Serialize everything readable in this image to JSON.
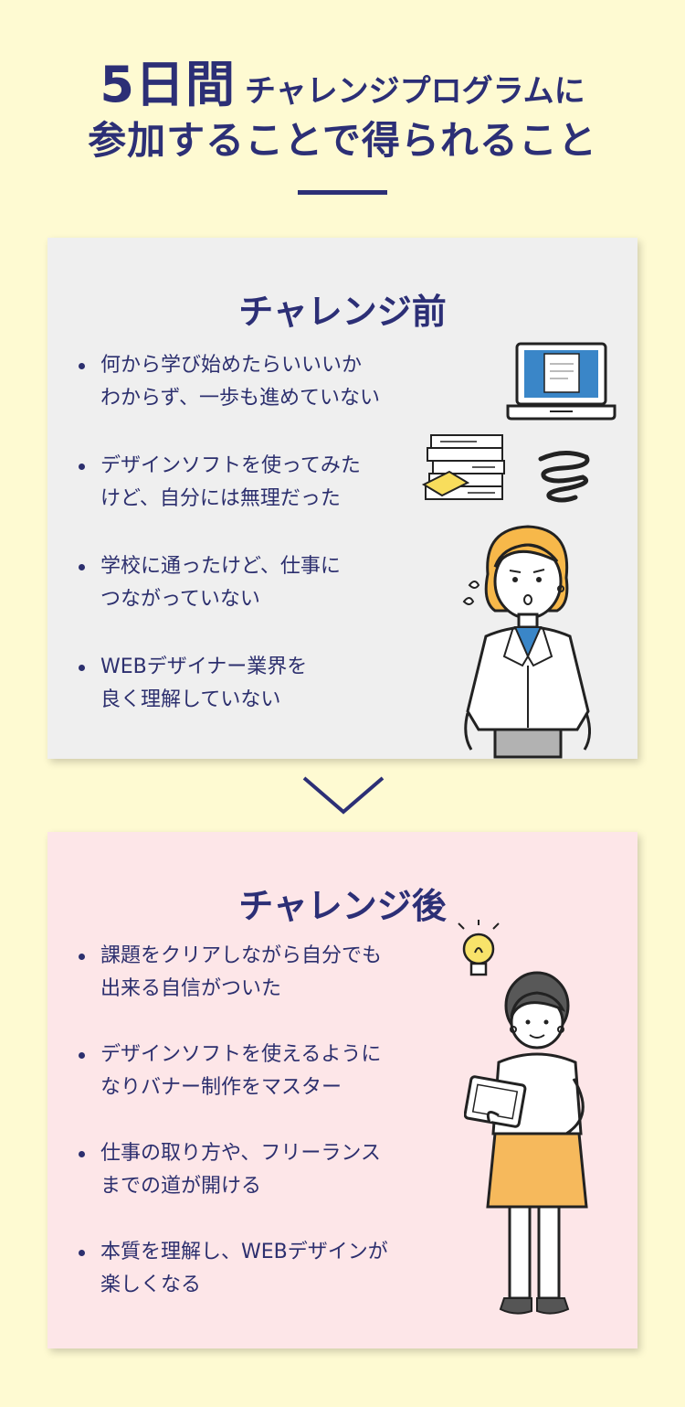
{
  "header": {
    "title_prefix": "5日間",
    "title_rest": "チャレンジプログラムに",
    "title_line2": "参加することで得られること"
  },
  "before": {
    "title": "チャレンジ前",
    "items": [
      "何から学び始めたらいいいか\nわからず、一歩も進めていない",
      "デザインソフトを使ってみた\nけど、自分には無理だった",
      "学校に通ったけど、仕事に\nつながっていない",
      "WEBデザイナー業界を\n良く理解していない"
    ]
  },
  "after": {
    "title": "チャレンジ後",
    "items": [
      "課題をクリアしながら自分でも\n出来る自信がついた",
      "デザインソフトを使えるように\nなりバナー制作をマスター",
      "仕事の取り方や、フリーランス\nまでの道が開ける",
      "本質を理解し、WEBデザインが\n楽しくなる"
    ]
  },
  "colors": {
    "background": "#fefad2",
    "navy": "#2c2f76",
    "panel_before": "#efefef",
    "panel_after": "#fde6e8",
    "hair_before": "#f7b84a",
    "skirt": "#f6b95c",
    "laptop_screen": "#3a86c8"
  }
}
